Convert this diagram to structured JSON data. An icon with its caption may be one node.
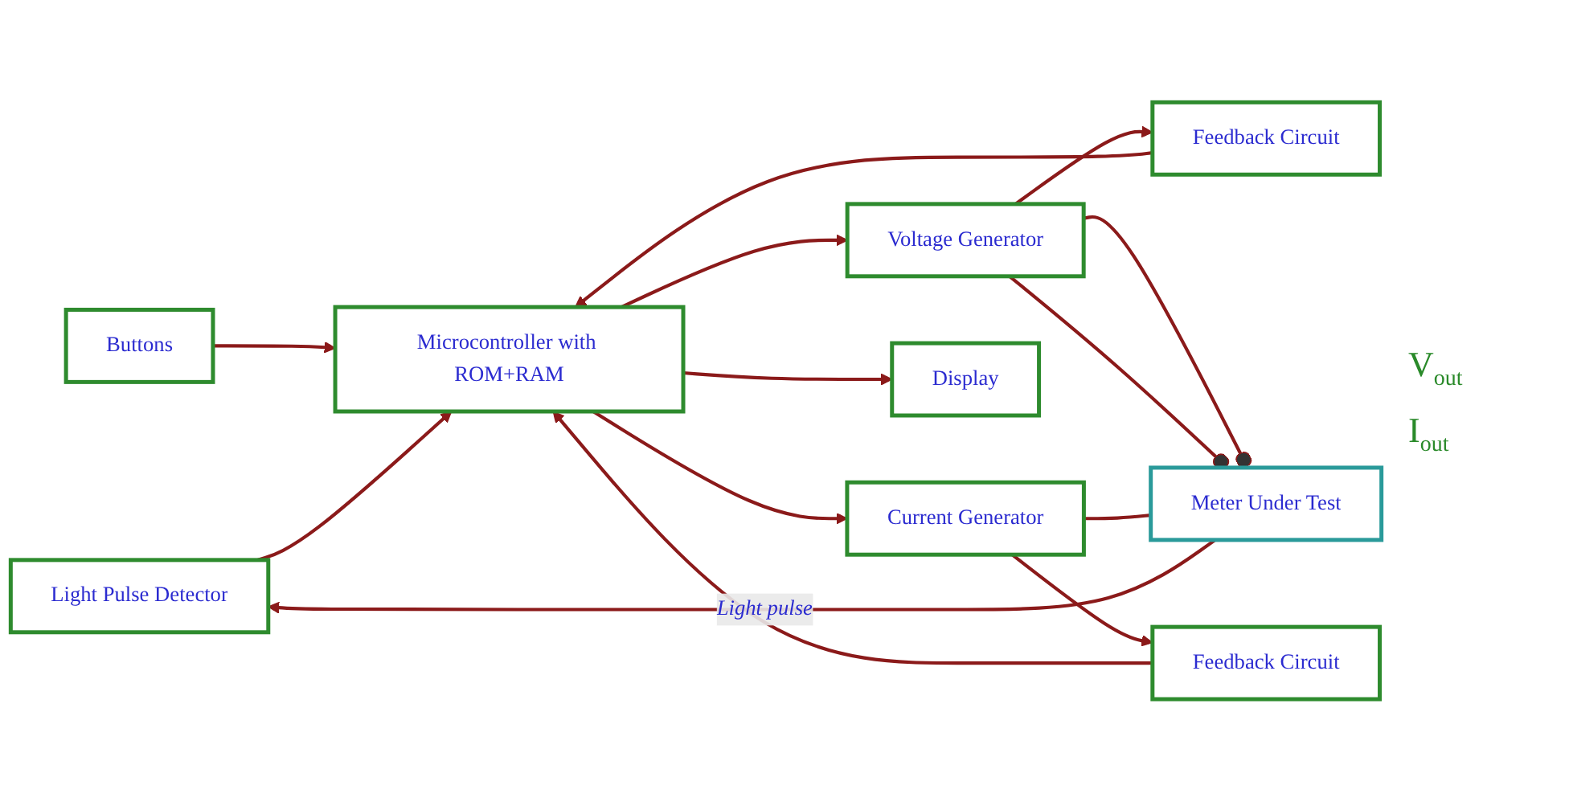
{
  "diagram": {
    "nodes": [
      {
        "text": [
          "Display"
        ]
      },
      {
        "text": [
          "Buttons"
        ]
      },
      {
        "text": [
          "Microcontroller with ROM+RAM"
        ]
      },
      {
        "text": [
          "Voltage Generator"
        ]
      },
      {
        "text": [
          "Feedback Circuit"
        ]
      },
      {
        "text": [
          "Current Generator"
        ]
      },
      {
        "text": [
          "Feedback Circuit"
        ]
      },
      {
        "text": [
          "Meter Under Test"
        ]
      },
      {
        "text": [
          "Light Pulse Detector"
        ]
      }
    ],
    "edges": [
      {
        "from": 2,
        "to": 0,
        "arrow": "to"
      },
      {
        "from": 1,
        "to": 2,
        "arrow": "to"
      },
      {
        "from": 2,
        "to": 3,
        "arrow": "to"
      },
      {
        "from": 3,
        "to": 4,
        "arrow": "to"
      },
      {
        "from": 4,
        "to": 2,
        "arrow": "to"
      },
      {
        "from": 3,
        "to": 7,
        "arrow": "other"
      },
      {
        "from": 3,
        "to": 7,
        "arrow": "other"
      },
      {
        "from": 2,
        "to": 5,
        "arrow": "to"
      },
      {
        "from": 5,
        "to": 6,
        "arrow": "to"
      },
      {
        "from": 6,
        "to": 2,
        "arrow": "to"
      },
      {
        "from": 5,
        "to": 7,
        "arrow": "none"
      },
      {
        "from": 7,
        "to": 8,
        "label": "Light pulse",
        "arrow": "to"
      },
      {
        "from": 8,
        "to": 2,
        "arrow": "to"
      }
    ],
    "labels": [
      "V$_{out}$",
      "I$_{out}$"
    ]
  }
}
